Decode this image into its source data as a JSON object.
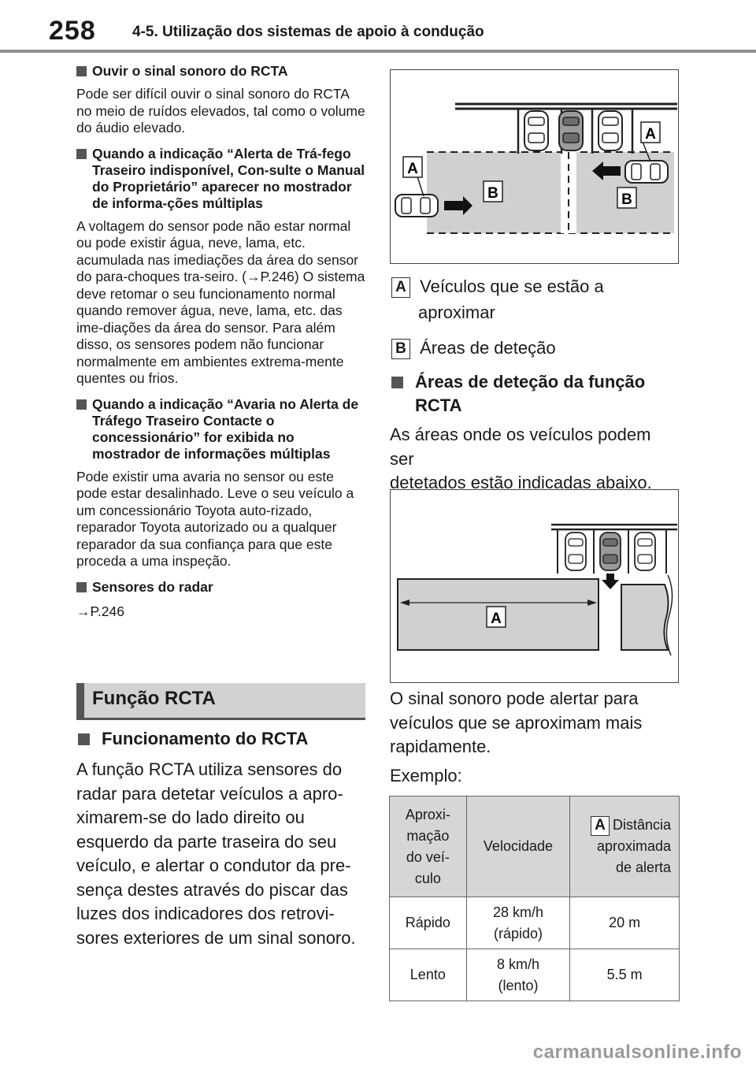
{
  "header": {
    "page_number": "258",
    "chapter": "4-5. Utilização dos sistemas de apoio à condução"
  },
  "left": {
    "s1_title": "Ouvir o sinal sonoro do RCTA",
    "s1_text": "Pode ser difícil ouvir o sinal sonoro do RCTA no meio de ruídos elevados, tal como o volume do áudio elevado.",
    "s2_title": "Quando a indicação “Alerta de Trá-fego Traseiro indisponível, Con-sulte o Manual do Proprietário” aparecer no mostrador de informa-ções múltiplas",
    "s2_text": "A voltagem do sensor pode não estar normal ou pode existir água, neve, lama, etc. acumulada nas imediações da área do sensor do para-choques tra-seiro. (→P.246) O sistema deve retomar o seu funcionamento normal quando remover água, neve, lama, etc. das ime-diações da área do sensor. Para além disso, os sensores podem não funcionar normalmente em ambientes extrema-mente quentes ou frios.",
    "s3_title": "Quando a indicação “Avaria no Alerta de Tráfego Traseiro Contacte o concessionário” for exibida no mostrador de informações múltiplas",
    "s3_text": "Pode existir uma avaria no sensor ou este pode estar desalinhado. Leve o seu veículo a um concessionário Toyota auto-rizado, reparador Toyota autorizado ou a qualquer reparador da sua confiança para que este proceda a uma inspeção.",
    "s4_title": "Sensores do radar",
    "s4_text": "→P.246",
    "section_title": "Função RCTA",
    "s5_title": "Funcionamento do RCTA",
    "s5_text": "A função RCTA utiliza sensores do radar para detetar veículos a apro-ximarem-se do lado direito ou esquerdo da parte traseira do seu veículo, e alertar o condutor da pre-sença destes através do piscar das luzes dos indicadores dos retrovi-sores exteriores de um sinal sonoro."
  },
  "fig1": {
    "label_a": "A",
    "label_b": "B"
  },
  "legend": {
    "a_label": "A",
    "a_text_1": "Veículos que se estão a",
    "a_text_2": "aproximar",
    "b_label": "B",
    "b_text": "Áreas de deteção"
  },
  "right": {
    "s6_title_1": "Áreas de deteção da função",
    "s6_title_2": "RCTA",
    "s6_text_1": "As áreas onde os veículos podem ser",
    "s6_text_2": "detetados estão indicadas abaixo.",
    "after_1": "O sinal sonoro pode alertar para",
    "after_2": "veículos que se aproximam mais",
    "after_3": "rapidamente.",
    "example": "Exemplo:"
  },
  "fig2": {
    "label_a": "A"
  },
  "table": {
    "h1": "Aproxi-\nmação\ndo veí-\nculo",
    "h2": "Velocidade",
    "h3_label": "A",
    "h3_text": "Distância\naproximada\nde alerta",
    "rows": [
      {
        "c1": "Rápido",
        "c2": "28 km/h\n(rápido)",
        "c3": "20 m"
      },
      {
        "c1": "Lento",
        "c2": "8 km/h\n(lento)",
        "c3": "5.5 m"
      }
    ]
  },
  "watermark": "carmanualsonline.info"
}
